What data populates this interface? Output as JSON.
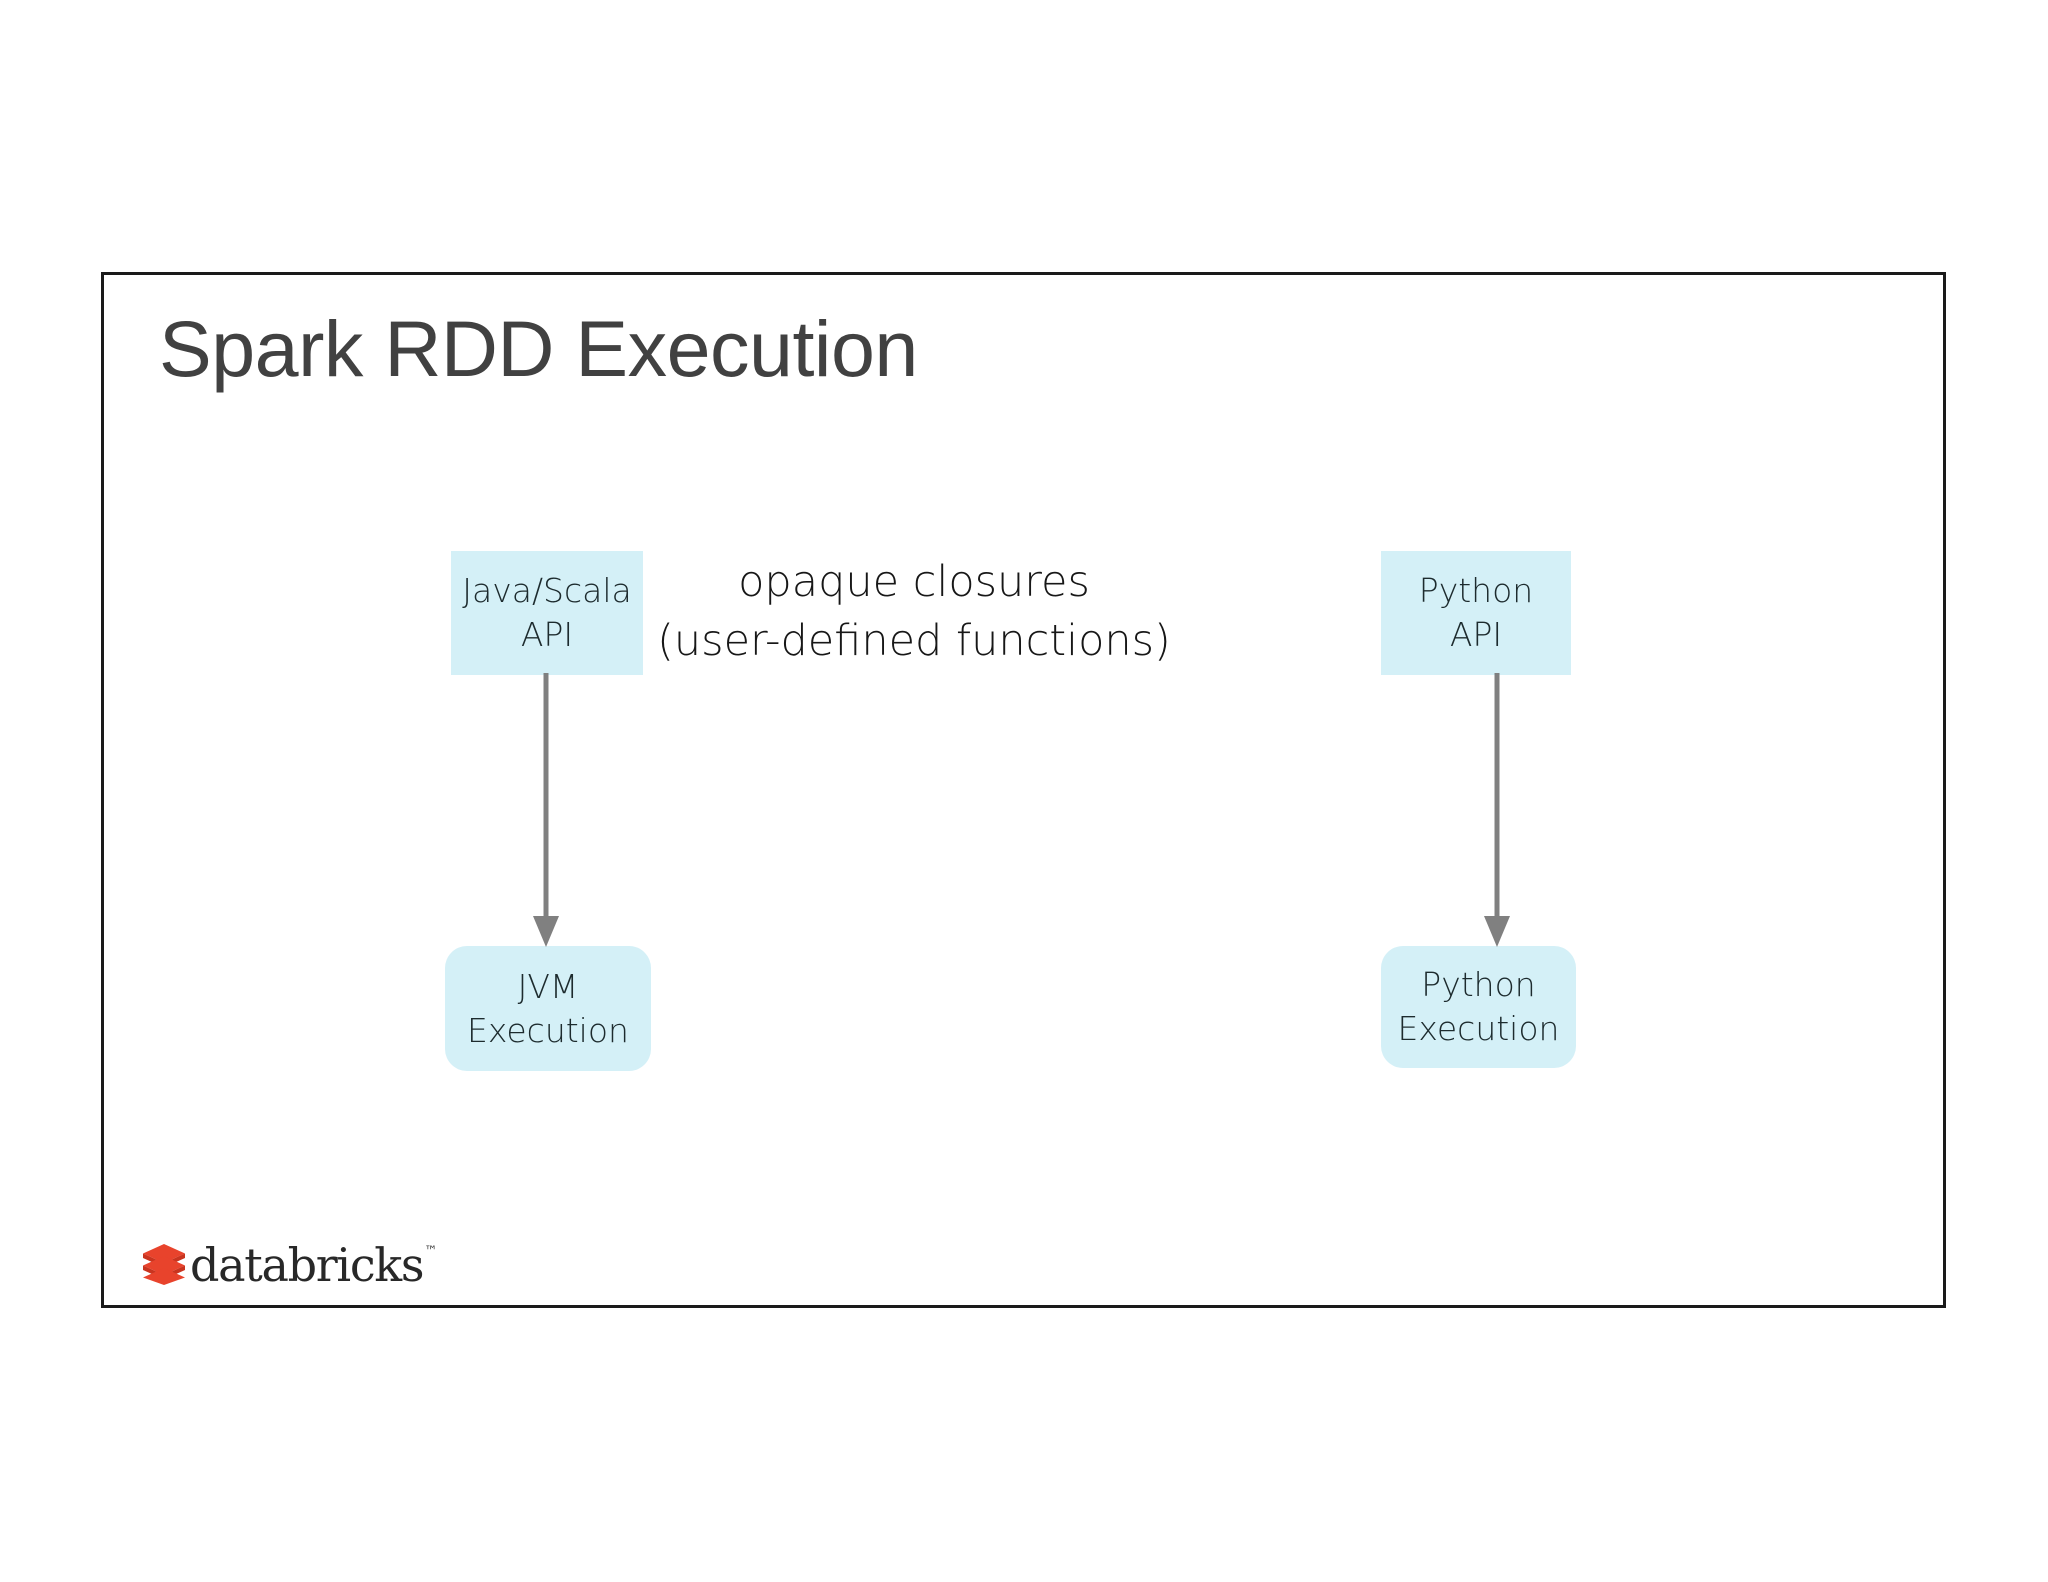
{
  "slide": {
    "title": "Spark RDD Execution",
    "background_color": "#ffffff",
    "border_color": "#1a1a1a",
    "title_color": "#414141"
  },
  "diagram": {
    "node_fill_color": "#d4f0f7",
    "node_text_color": "#1d2b2e",
    "arrow_color": "#808080",
    "nodes": [
      {
        "id": "java-scala-api",
        "label": "Java/Scala\nAPI",
        "shape": "rectangle"
      },
      {
        "id": "python-api",
        "label": "Python\nAPI",
        "shape": "rectangle"
      },
      {
        "id": "jvm-execution",
        "label": "JVM\nExecution",
        "shape": "rounded-rectangle"
      },
      {
        "id": "python-execution",
        "label": "Python\nExecution",
        "shape": "rounded-rectangle"
      }
    ],
    "edges": [
      {
        "id": "java-to-jvm",
        "from": "java-scala-api",
        "to": "jvm-execution",
        "style": "arrow-down"
      },
      {
        "id": "python-to-pyexec",
        "from": "python-api",
        "to": "python-execution",
        "style": "arrow-down"
      }
    ],
    "annotation": "opaque closures\n(user-defined functions)"
  },
  "footer": {
    "logo_name": "databricks",
    "logo_trademark": "™",
    "logo_mark_color": "#e8432c",
    "logo_mark_color_dark": "#c9341f",
    "logo_text_color": "#282828"
  }
}
